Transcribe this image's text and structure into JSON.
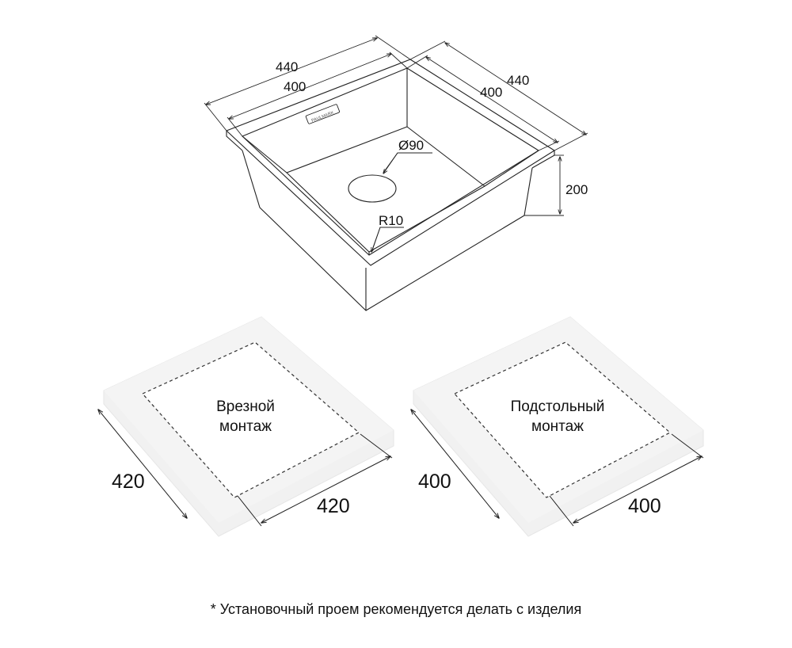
{
  "sink": {
    "dims": {
      "outer_width": "440",
      "inner_width": "400",
      "outer_depth": "440",
      "inner_depth": "400",
      "height": "200",
      "drain_diameter": "Ø90",
      "corner_radius": "R10"
    },
    "brand_text": "PAULMARK"
  },
  "cutouts": [
    {
      "label_line1": "Врезной",
      "label_line2": "монтаж",
      "side_left": "420",
      "side_right": "420"
    },
    {
      "label_line1": "Подстольный",
      "label_line2": "монтаж",
      "side_left": "400",
      "side_right": "400"
    }
  ],
  "footnote": "* Установочный проем рекомендуется делать с изделия",
  "colors": {
    "line": "#222222",
    "slab_fill": "#f1f1f1",
    "slab_edge": "#e4e4e4",
    "text": "#111111"
  }
}
